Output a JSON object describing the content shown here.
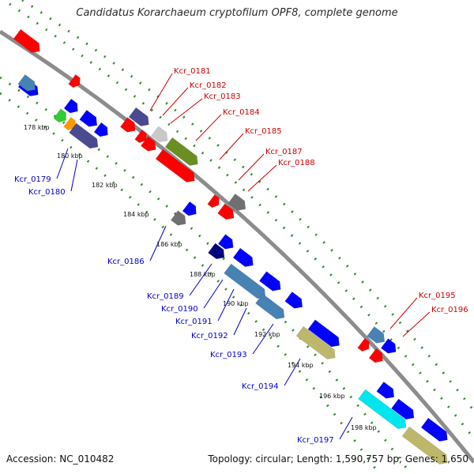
{
  "title": "Candidatus Korarchaeum cryptofilum OPF8, complete genome",
  "accession": "Accession: NC_010482",
  "summary": "Topology: circular; Length: 1,590,757 bp; Genes: 1,650",
  "colors": {
    "backbone": "#8c8c8c",
    "dotted_track": "#2e8b2e",
    "label_forward": "#cc0000",
    "label_reverse": "#0000cc",
    "red": "#ff0000",
    "blue": "#0000ff",
    "navy": "#000080",
    "slate": "#4a4a90",
    "steelblue": "#4682b4",
    "olive": "#6b8e23",
    "khaki": "#bdb76b",
    "cyan": "#00e5ee",
    "gray": "#707070",
    "lightgray": "#c8c8c8",
    "green": "#33cc33",
    "orange": "#ff9900"
  },
  "ticks": [
    "178 kbp",
    "180 kbp",
    "182 kbp",
    "184 kbp",
    "186 kbp",
    "188 kbp",
    "190 kbp",
    "192 kbp",
    "194 kbp",
    "196 kbp",
    "198 kbp"
  ],
  "forward_labels": [
    "Kcr_0181",
    "Kcr_0182",
    "Kcr_0183",
    "Kcr_0184",
    "Kcr_0185",
    "Kcr_0187",
    "Kcr_0188",
    "Kcr_0195",
    "Kcr_0196"
  ],
  "reverse_labels": [
    "Kcr_0179",
    "Kcr_0180",
    "Kcr_0186",
    "Kcr_0189",
    "Kcr_0190",
    "Kcr_0191",
    "Kcr_0192",
    "Kcr_0193",
    "Kcr_0194",
    "Kcr_0197"
  ]
}
